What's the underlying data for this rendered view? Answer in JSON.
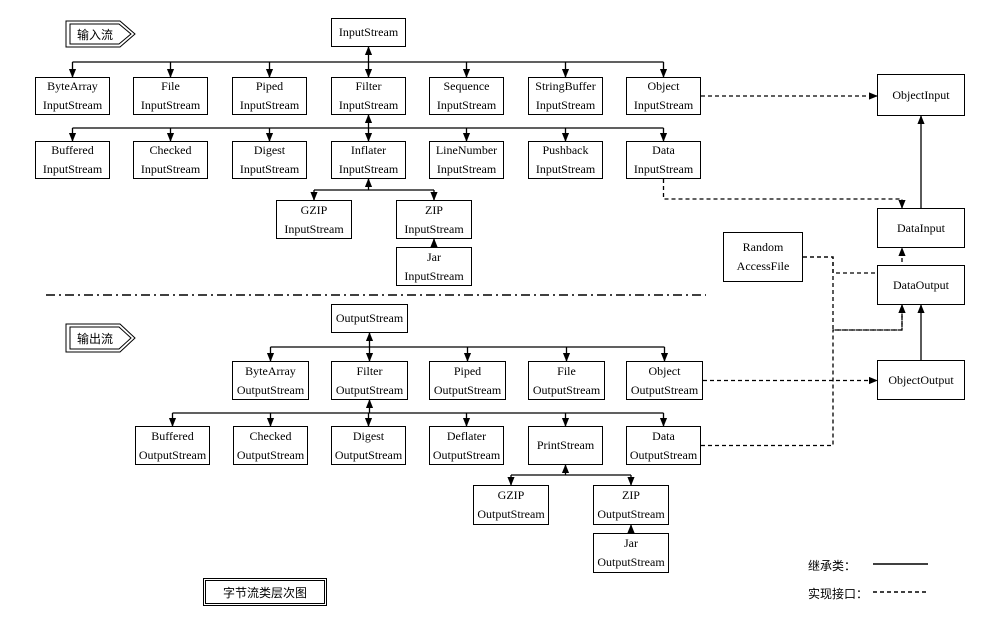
{
  "tags": {
    "input": "输入流",
    "output": "输出流"
  },
  "diagram_title": "字节流类层次图",
  "legend": {
    "inherit": "继承类：",
    "implement": "实现接口："
  },
  "nodes": [
    {
      "id": "InputStream",
      "label": "InputStream"
    },
    {
      "id": "ByteArrayInputStream",
      "label": "ByteArray\nInputStream"
    },
    {
      "id": "FileInputStream",
      "label": "File\nInputStream"
    },
    {
      "id": "PipedInputStream",
      "label": "Piped\nInputStream"
    },
    {
      "id": "FilterInputStream",
      "label": "Filter\nInputStream"
    },
    {
      "id": "SequenceInputStream",
      "label": "Sequence\nInputStream"
    },
    {
      "id": "StringBufferInputStream",
      "label": "StringBuffer\nInputStream"
    },
    {
      "id": "ObjectInputStream",
      "label": "Object\nInputStream"
    },
    {
      "id": "BufferedInputStream",
      "label": "Buffered\nInputStream"
    },
    {
      "id": "CheckedInputStream",
      "label": "Checked\nInputStream"
    },
    {
      "id": "DigestInputStream",
      "label": "Digest\nInputStream"
    },
    {
      "id": "InflaterInputStream",
      "label": "Inflater\nInputStream"
    },
    {
      "id": "LineNumberInputStream",
      "label": "LineNumber\nInputStream"
    },
    {
      "id": "PushbackInputStream",
      "label": "Pushback\nInputStream"
    },
    {
      "id": "DataInputStream",
      "label": "Data\nInputStream"
    },
    {
      "id": "GZIPInputStream",
      "label": "GZIP\nInputStream"
    },
    {
      "id": "ZIPInputStream",
      "label": "ZIP\nInputStream"
    },
    {
      "id": "JarInputStream",
      "label": "Jar\nInputStream"
    },
    {
      "id": "ObjectInput",
      "label": "ObjectInput"
    },
    {
      "id": "DataInput",
      "label": "DataInput"
    },
    {
      "id": "RandomAccessFile",
      "label": "Random\nAccessFile"
    },
    {
      "id": "DataOutput",
      "label": "DataOutput"
    },
    {
      "id": "ObjectOutput",
      "label": "ObjectOutput"
    },
    {
      "id": "OutputStream",
      "label": "OutputStream"
    },
    {
      "id": "ByteArrayOutputStream",
      "label": "ByteArray\nOutputStream"
    },
    {
      "id": "FilterOutputStream",
      "label": "Filter\nOutputStream"
    },
    {
      "id": "PipedOutputStream",
      "label": "Piped\nOutputStream"
    },
    {
      "id": "FileOutputStream",
      "label": "File\nOutputStream"
    },
    {
      "id": "ObjectOutputStream",
      "label": "Object\nOutputStream"
    },
    {
      "id": "BufferedOutputStream",
      "label": "Buffered\nOutputStream"
    },
    {
      "id": "CheckedOutputStream",
      "label": "Checked\nOutputStream"
    },
    {
      "id": "DigestOutputStream",
      "label": "Digest\nOutputStream"
    },
    {
      "id": "DeflaterOutputStream",
      "label": "Deflater\nOutputStream"
    },
    {
      "id": "PrintStream",
      "label": "PrintStream"
    },
    {
      "id": "DataOutputStream",
      "label": "Data\nOutputStream"
    },
    {
      "id": "GZIPOutputStream",
      "label": "GZIP\nOutputStream"
    },
    {
      "id": "ZIPOutputStream",
      "label": "ZIP\nOutputStream"
    },
    {
      "id": "JarOutputStream",
      "label": "Jar\nOutputStream"
    }
  ],
  "inherits": [
    {
      "parent": "InputStream",
      "children": [
        "ByteArrayInputStream",
        "FileInputStream",
        "PipedInputStream",
        "FilterInputStream",
        "SequenceInputStream",
        "StringBufferInputStream",
        "ObjectInputStream"
      ]
    },
    {
      "parent": "FilterInputStream",
      "children": [
        "BufferedInputStream",
        "CheckedInputStream",
        "DigestInputStream",
        "InflaterInputStream",
        "LineNumberInputStream",
        "PushbackInputStream",
        "DataInputStream"
      ]
    },
    {
      "parent": "InflaterInputStream",
      "children": [
        "GZIPInputStream",
        "ZIPInputStream"
      ]
    },
    {
      "parent": "ZIPInputStream",
      "children": [
        "JarInputStream"
      ]
    },
    {
      "parent": "ObjectInput",
      "children": [
        "DataInput"
      ]
    },
    {
      "parent": "OutputStream",
      "children": [
        "ByteArrayOutputStream",
        "FilterOutputStream",
        "PipedOutputStream",
        "FileOutputStream",
        "ObjectOutputStream"
      ]
    },
    {
      "parent": "FilterOutputStream",
      "children": [
        "BufferedOutputStream",
        "CheckedOutputStream",
        "DigestOutputStream",
        "DeflaterOutputStream",
        "PrintStream",
        "DataOutputStream"
      ]
    },
    {
      "parent": "PrintStream",
      "children": [
        "GZIPOutputStream",
        "ZIPOutputStream"
      ]
    },
    {
      "parent": "ZIPOutputStream",
      "children": [
        "JarOutputStream"
      ]
    },
    {
      "parent": "ObjectOutput",
      "children": [
        "DataOutput"
      ]
    }
  ],
  "implements": [
    {
      "from": "ObjectInputStream",
      "to": "ObjectInput"
    },
    {
      "from": "DataInputStream",
      "to": "DataInput"
    },
    {
      "from": "RandomAccessFile",
      "to": "DataInput"
    },
    {
      "from": "RandomAccessFile",
      "to": "DataOutput"
    },
    {
      "from": "ObjectOutputStream",
      "to": "ObjectOutput"
    },
    {
      "from": "DataOutputStream",
      "to": "DataOutput"
    }
  ]
}
